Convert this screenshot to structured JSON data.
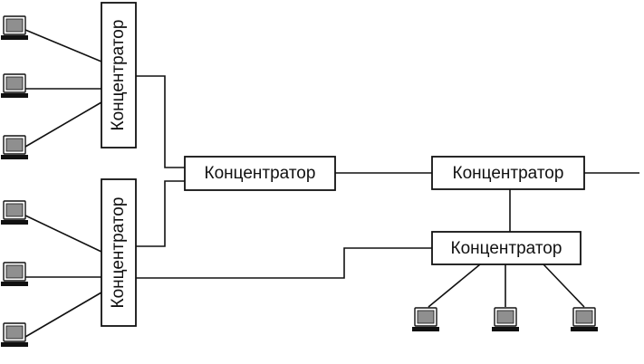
{
  "hubs": {
    "left_top": {
      "label": "Концентратор"
    },
    "left_bottom": {
      "label": "Концентратор"
    },
    "center": {
      "label": "Концентратор"
    },
    "right_top": {
      "label": "Концентратор"
    },
    "right_bottom": {
      "label": "Концентратор"
    }
  },
  "computers": {
    "left_column": [
      "pc",
      "pc",
      "pc",
      "pc",
      "pc",
      "pc"
    ],
    "bottom_row": [
      "pc",
      "pc",
      "pc"
    ]
  }
}
